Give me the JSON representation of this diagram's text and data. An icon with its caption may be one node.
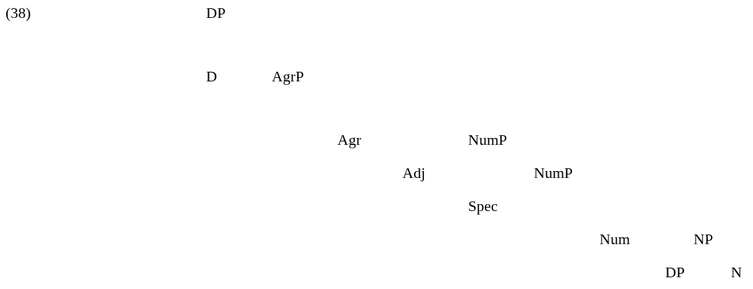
{
  "diagram": {
    "labels": [
      "(38)",
      "DP",
      "D",
      "AgrP",
      "Agr",
      "NumP",
      "Adj",
      "NumP",
      "Spec",
      "Num",
      "NP",
      "DP",
      "N"
    ]
  }
}
